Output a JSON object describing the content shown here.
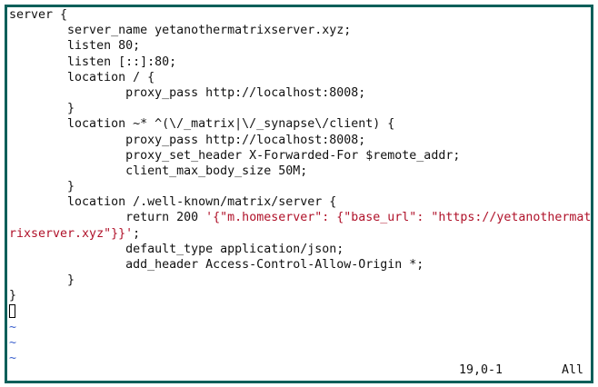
{
  "editor": {
    "lines": [
      [
        {
          "t": "server {"
        }
      ],
      [
        {
          "t": "        server_name yetanothermatrixserver.xyz;"
        }
      ],
      [
        {
          "t": "        listen 80;"
        }
      ],
      [
        {
          "t": "        listen [::]:80;"
        }
      ],
      [
        {
          "t": "        location / {"
        }
      ],
      [
        {
          "t": "                proxy_pass http://localhost:8008;"
        }
      ],
      [
        {
          "t": "        }"
        }
      ],
      [
        {
          "t": "        location ~* ^(\\/_matrix|\\/_synapse\\/client) {"
        }
      ],
      [
        {
          "t": "                proxy_pass http://localhost:8008;"
        }
      ],
      [
        {
          "t": "                proxy_set_header X-Forwarded-For $remote_addr;"
        }
      ],
      [
        {
          "t": "                client_max_body_size 50M;"
        }
      ],
      [
        {
          "t": "        }"
        }
      ],
      [
        {
          "t": "        location /.well-known/matrix/server {"
        }
      ],
      [
        {
          "t": "                return 200 "
        },
        {
          "t": "'{\"m.homeserver\": {\"base_url\": \"https://yetanothermat",
          "s": 1
        }
      ],
      [
        {
          "t": "rixserver.xyz\"}}'",
          "s": 1
        },
        {
          "t": ";"
        }
      ],
      [
        {
          "t": "                default_type application/json;"
        }
      ],
      [
        {
          "t": "                add_header Access-Control-Allow-Origin *;"
        }
      ],
      [
        {
          "t": "        }"
        }
      ],
      [
        {
          "t": "}"
        }
      ]
    ],
    "tilde_lines": [
      "~",
      "~",
      "~"
    ]
  },
  "status": {
    "position": "19,0-1",
    "scroll": "All"
  },
  "colors": {
    "border": "#0b5f5a",
    "string": "#b0122a",
    "tilde": "#3a5fcd"
  }
}
